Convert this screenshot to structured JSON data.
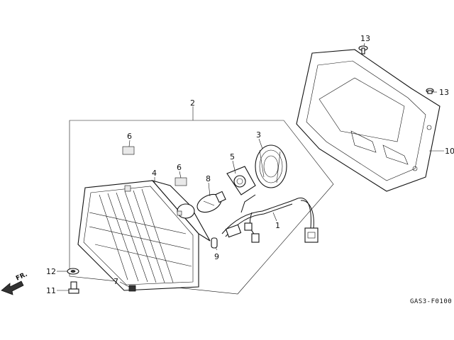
{
  "callouts": {
    "p1": "1",
    "p2": "2",
    "p3": "3",
    "p4": "4",
    "p5": "5",
    "p6a": "6",
    "p6b": "6",
    "p7": "7",
    "p8": "8",
    "p9": "9",
    "p10": "10",
    "p11": "11",
    "p12": "12",
    "p13a": "13",
    "p13b": "13"
  },
  "direction_label": "FR.",
  "diagram_code": "GAS3-F0100"
}
